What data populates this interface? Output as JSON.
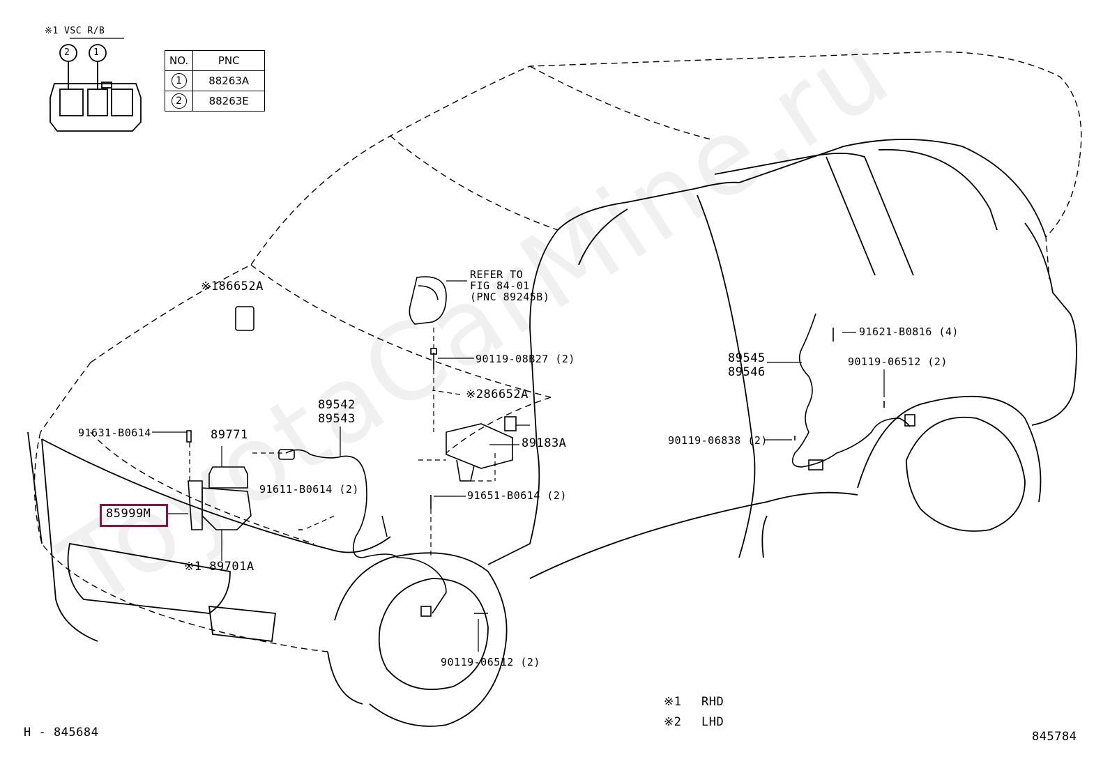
{
  "header": {
    "note_title": "※1 VSC R/B",
    "connector_labels": [
      "2",
      "1"
    ]
  },
  "pnc_table": {
    "headers": [
      "NO.",
      "PNC"
    ],
    "rows": [
      {
        "no": "1",
        "pnc": "88263A"
      },
      {
        "no": "2",
        "pnc": "88263E"
      }
    ]
  },
  "watermark": "ToyotaCarMine.ru",
  "callouts": {
    "c186652a": "※186652A",
    "refer_to": "REFER TO",
    "fig": "FIG 84-01",
    "pnc_ref": "(PNC 89245B)",
    "c90119_08b27": "90119-08B27 (2)",
    "c286652a": "※286652A",
    "c89542": "89542",
    "c89543": "89543",
    "c91631": "91631-B0614",
    "c89771": "89771",
    "c89183a": "89183A",
    "c91611": "91611-B0614 (2)",
    "c85999m": "85999M",
    "c91651": "91651-B0614 (2)",
    "c89701a": "※1 89701A",
    "c90119_06512_front": "90119-06512 (2)",
    "c91621": "91621-B0816 (4)",
    "c90119_06512_rear": "90119-06512 (2)",
    "c89545": "89545",
    "c89546": "89546",
    "c90119_06838": "90119-06838 (2)"
  },
  "legend": [
    {
      "mark": "※1",
      "text": "RHD"
    },
    {
      "mark": "※2",
      "text": "LHD"
    }
  ],
  "footer": {
    "left_code": "H - 845684",
    "right_code": "845784"
  }
}
